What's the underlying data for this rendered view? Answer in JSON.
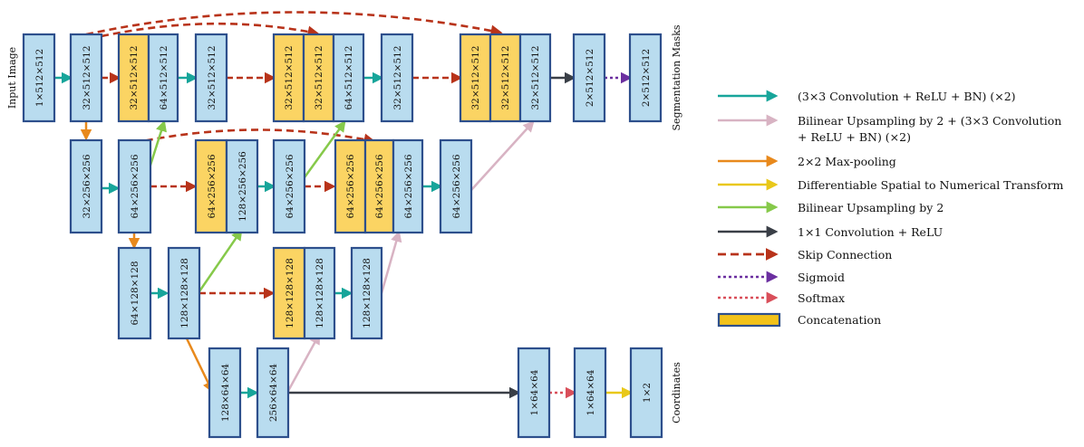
{
  "labels": {
    "input": "Input Image",
    "seg": "Segmentation Masks",
    "coords": "Coordinates"
  },
  "colors": {
    "conv": "#17a59a",
    "up_conv": "#d8b3c3",
    "maxpool": "#e8891c",
    "dsnt": "#e9c81a",
    "upsample": "#86c94a",
    "conv1x1": "#3a3f47",
    "skip": "#b8331a",
    "sigmoid": "#6b2fa0",
    "softmax": "#d94f5a",
    "block": "#b9dcef",
    "concat_block": "#fbd463",
    "border": "#2d4f8c"
  },
  "blocks": {
    "b1": "1×512×512",
    "b2": "32×512×512",
    "b3a": "32×512×512",
    "b3b": "64×512×512",
    "b4": "32×512×512",
    "b5a": "32×512×512",
    "b5b": "32×512×512",
    "b5c": "64×512×512",
    "b6": "32×512×512",
    "b7a": "32×512×512",
    "b7b": "32×512×512",
    "b7c": "32×512×512",
    "b8": "2×512×512",
    "b9": "2×512×512",
    "c1": "32×256×256",
    "c2": "64×256×256",
    "c3a": "64×256×256",
    "c3b": "128×256×256",
    "c4": "64×256×256",
    "c5a": "64×256×256",
    "c5b": "64×256×256",
    "c5c": "64×256×256",
    "c6": "64×256×256",
    "d1": "64×128×128",
    "d2": "128×128×128",
    "d3a": "128×128×128",
    "d3b": "128×128×128",
    "d4": "128×128×128",
    "e1": "128×64×64",
    "e2": "256×64×64",
    "e3": "1×64×64",
    "e4": "1×64×64",
    "e5": "1×2"
  },
  "legend": {
    "conv": "(3×3 Convolution + ReLU + BN) (×2)",
    "up_conv_line1": "Bilinear Upsampling by 2 + (3×3 Convolution",
    "up_conv_line2": "+ ReLU + BN) (×2)",
    "maxpool": "2×2 Max-pooling",
    "dsnt": "Differentiable Spatial to Numerical Transform",
    "upsample": "Bilinear Upsampling by 2",
    "conv1x1": "1×1 Convolution + ReLU",
    "skip": "Skip Connection",
    "sigmoid": "Sigmoid",
    "softmax": "Softmax",
    "concat": "Concatenation"
  }
}
